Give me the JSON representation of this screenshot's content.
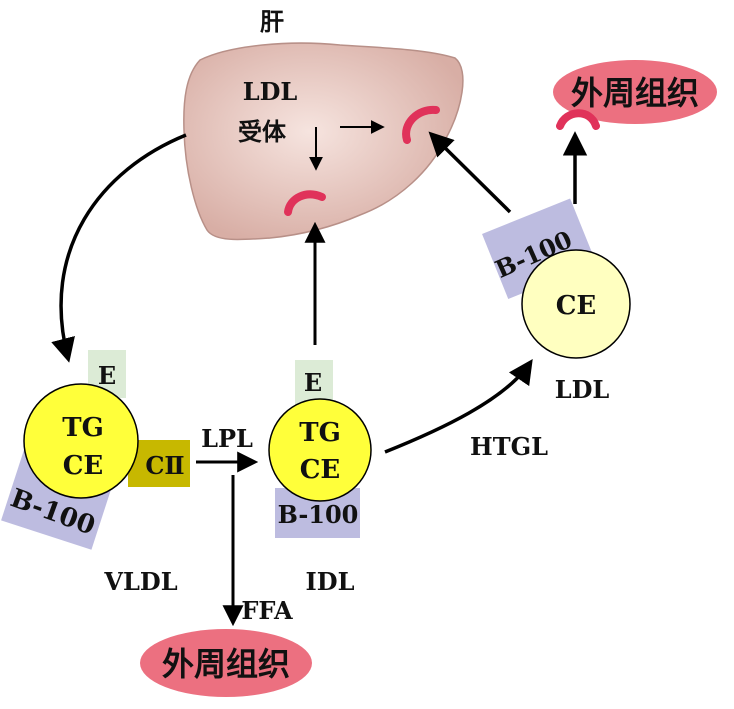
{
  "liver": {
    "title": "肝",
    "receptor_line1": "LDL",
    "receptor_line2": "受体"
  },
  "periphery": {
    "top_right": "外周组织",
    "bottom": "外周组织"
  },
  "vldl": {
    "name": "VLDL",
    "apo_e": "E",
    "core_line1": "TG",
    "core_line2": "CE",
    "apo_c2": "CⅡ",
    "apo_b100": "B-100"
  },
  "idl": {
    "name": "IDL",
    "apo_e": "E",
    "core_line1": "TG",
    "core_line2": "CE",
    "apo_b100": "B-100"
  },
  "ldl": {
    "name": "LDL",
    "core": "CE",
    "apo_b100": "B-100"
  },
  "enzymes": {
    "lpl": "LPL",
    "htgl": "HTGL"
  },
  "products": {
    "ffa": "FFA"
  },
  "colors": {
    "liver_fill": "#e9c9c1",
    "receptor": "#e0325a",
    "particle_yellow": "#ffff3a",
    "ldl_core": "#ffffc0",
    "apo_e": "#dcebd6",
    "apo_b100": "#bdbce0",
    "apo_c2": "#c7b800",
    "periphery_fill": "#ec7080"
  }
}
